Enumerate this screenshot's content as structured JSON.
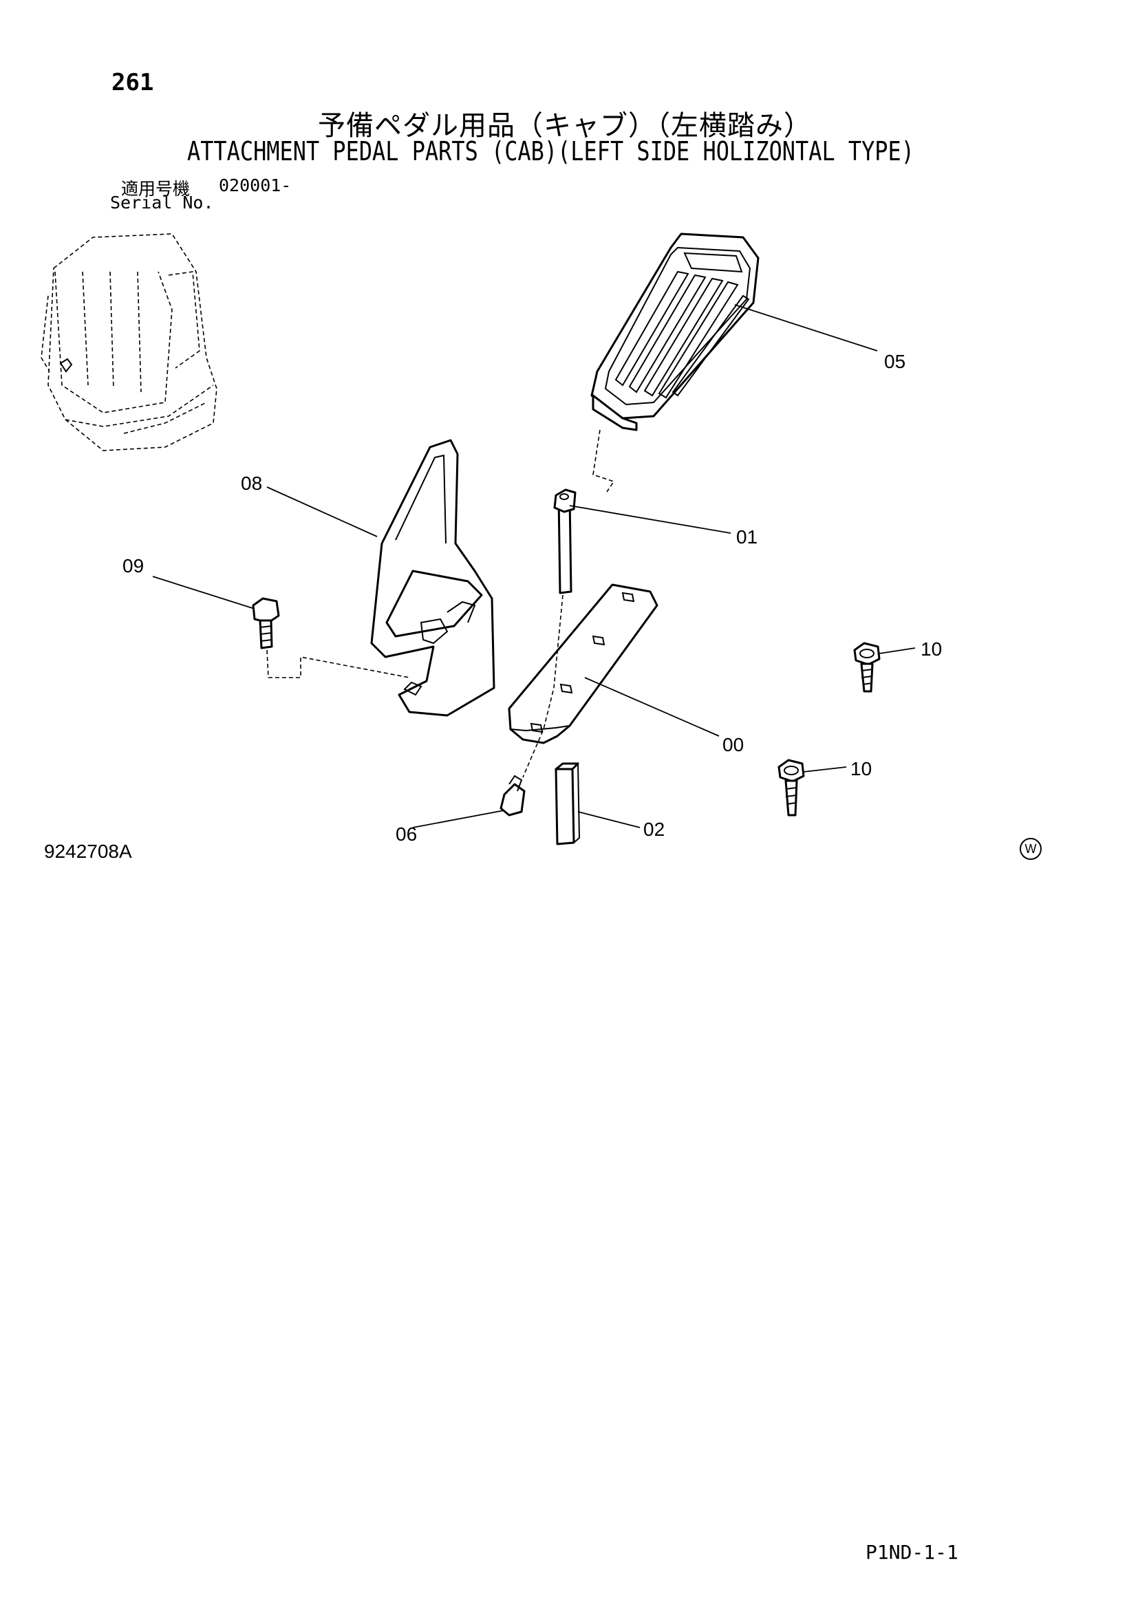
{
  "header": {
    "page_number": "261",
    "title_jp": "予備ペダル用品（キャブ）（左横踏み）",
    "title_en": "ATTACHMENT PEDAL PARTS (CAB)(LEFT SIDE HOLIZONTAL TYPE)",
    "serial_label_jp": "適用号機",
    "serial_value": "020001-",
    "serial_label_en": "Serial No."
  },
  "callouts": {
    "c00": "00",
    "c01": "01",
    "c02": "02",
    "c05": "05",
    "c06": "06",
    "c08": "08",
    "c09": "09",
    "c10a": "10",
    "c10b": "10"
  },
  "footer": {
    "drawing_number": "9242708A",
    "watermark_symbol": "W",
    "page_code": "P1ND-1-1"
  }
}
